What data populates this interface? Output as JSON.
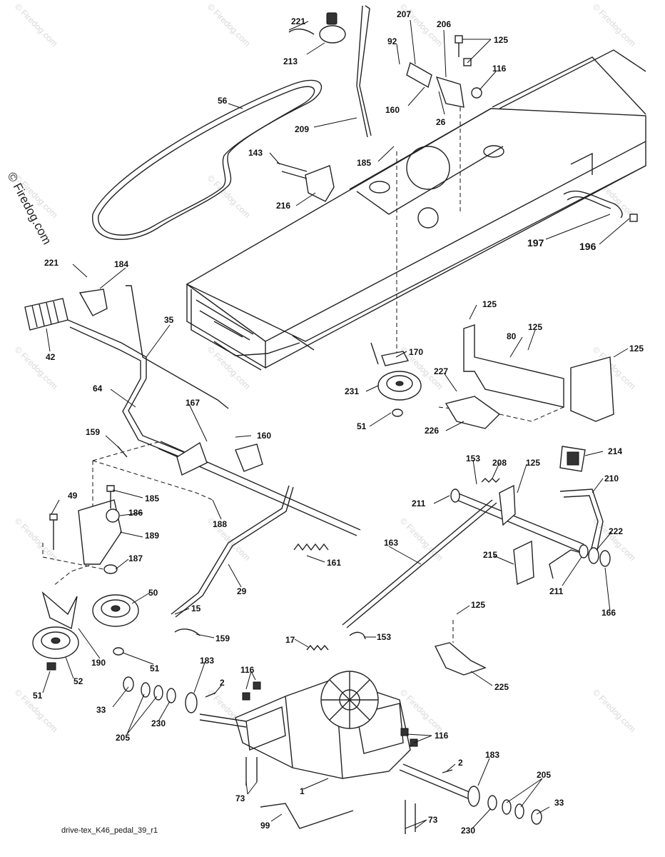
{
  "watermark": {
    "main": "© Firedog.com",
    "tile": "© Firedog.com"
  },
  "caption": "drive-tex_K46_pedal_39_r1",
  "callouts": [
    {
      "id": "221a",
      "text": "221"
    },
    {
      "id": "213",
      "text": "213"
    },
    {
      "id": "207",
      "text": "207"
    },
    {
      "id": "206",
      "text": "206"
    },
    {
      "id": "125a",
      "text": "125"
    },
    {
      "id": "92",
      "text": "92"
    },
    {
      "id": "116a",
      "text": "116"
    },
    {
      "id": "56",
      "text": "56"
    },
    {
      "id": "160a",
      "text": "160"
    },
    {
      "id": "26",
      "text": "26"
    },
    {
      "id": "209",
      "text": "209"
    },
    {
      "id": "143",
      "text": "143"
    },
    {
      "id": "185a",
      "text": "185"
    },
    {
      "id": "216",
      "text": "216"
    },
    {
      "id": "197",
      "text": "197"
    },
    {
      "id": "196",
      "text": "196"
    },
    {
      "id": "221b",
      "text": "221"
    },
    {
      "id": "184",
      "text": "184"
    },
    {
      "id": "35",
      "text": "35"
    },
    {
      "id": "42",
      "text": "42"
    },
    {
      "id": "125b",
      "text": "125"
    },
    {
      "id": "125c",
      "text": "125"
    },
    {
      "id": "80",
      "text": "80"
    },
    {
      "id": "125d",
      "text": "125"
    },
    {
      "id": "170",
      "text": "170"
    },
    {
      "id": "64",
      "text": "64"
    },
    {
      "id": "227",
      "text": "227"
    },
    {
      "id": "231",
      "text": "231"
    },
    {
      "id": "167",
      "text": "167"
    },
    {
      "id": "51a",
      "text": "51"
    },
    {
      "id": "226",
      "text": "226"
    },
    {
      "id": "159a",
      "text": "159"
    },
    {
      "id": "160b",
      "text": "160"
    },
    {
      "id": "214",
      "text": "214"
    },
    {
      "id": "153a",
      "text": "153"
    },
    {
      "id": "208",
      "text": "208"
    },
    {
      "id": "125e",
      "text": "125"
    },
    {
      "id": "210",
      "text": "210"
    },
    {
      "id": "49",
      "text": "49"
    },
    {
      "id": "185b",
      "text": "185"
    },
    {
      "id": "211a",
      "text": "211"
    },
    {
      "id": "186",
      "text": "186"
    },
    {
      "id": "188",
      "text": "188"
    },
    {
      "id": "189",
      "text": "189"
    },
    {
      "id": "161",
      "text": "161"
    },
    {
      "id": "163",
      "text": "163"
    },
    {
      "id": "215",
      "text": "215"
    },
    {
      "id": "222",
      "text": "222"
    },
    {
      "id": "187",
      "text": "187"
    },
    {
      "id": "29",
      "text": "29"
    },
    {
      "id": "211b",
      "text": "211"
    },
    {
      "id": "50",
      "text": "50"
    },
    {
      "id": "166",
      "text": "166"
    },
    {
      "id": "15",
      "text": "15"
    },
    {
      "id": "125f",
      "text": "125"
    },
    {
      "id": "159b",
      "text": "159"
    },
    {
      "id": "17",
      "text": "17"
    },
    {
      "id": "153b",
      "text": "153"
    },
    {
      "id": "190",
      "text": "190"
    },
    {
      "id": "51b",
      "text": "51"
    },
    {
      "id": "52",
      "text": "52"
    },
    {
      "id": "225",
      "text": "225"
    },
    {
      "id": "183a",
      "text": "183"
    },
    {
      "id": "116b",
      "text": "116"
    },
    {
      "id": "2a",
      "text": "2"
    },
    {
      "id": "51c",
      "text": "51"
    },
    {
      "id": "33a",
      "text": "33"
    },
    {
      "id": "205a",
      "text": "205"
    },
    {
      "id": "230a",
      "text": "230"
    },
    {
      "id": "116c",
      "text": "116"
    },
    {
      "id": "2b",
      "text": "2"
    },
    {
      "id": "183b",
      "text": "183"
    },
    {
      "id": "205b",
      "text": "205"
    },
    {
      "id": "1",
      "text": "1"
    },
    {
      "id": "73a",
      "text": "73"
    },
    {
      "id": "33b",
      "text": "33"
    },
    {
      "id": "73b",
      "text": "73"
    },
    {
      "id": "230b",
      "text": "230"
    },
    {
      "id": "99",
      "text": "99"
    }
  ]
}
